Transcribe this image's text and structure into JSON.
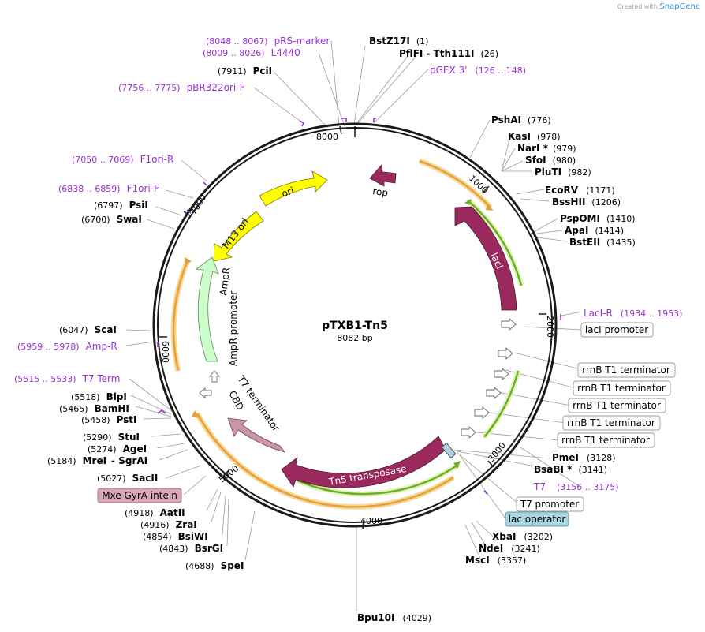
{
  "credit": {
    "prefix": "Created with",
    "brand": "SnapGene"
  },
  "plasmid": {
    "name": "pTXB1-Tn5",
    "length_label": "8082 bp",
    "length": 8082
  },
  "ticks": [
    "1000",
    "2000",
    "3000",
    "4000",
    "5000",
    "6000",
    "7000",
    "8000"
  ],
  "sites": [
    {
      "id": "bstz17i",
      "name": "BstZ17I",
      "pos": "(1)"
    },
    {
      "id": "pflfi",
      "name": "PflFI",
      "pos": ""
    },
    {
      "id": "tth111i",
      "name": "Tth111I",
      "pos": "(26)"
    },
    {
      "id": "pcii",
      "name": "PciI",
      "pos": "(7911)"
    },
    {
      "id": "pshai",
      "name": "PshAI",
      "pos": "(776)"
    },
    {
      "id": "kasi",
      "name": "KasI",
      "pos": "(978)"
    },
    {
      "id": "nari",
      "name": "NarI *",
      "pos": "(979)"
    },
    {
      "id": "sfoi",
      "name": "SfoI",
      "pos": "(980)"
    },
    {
      "id": "pluti",
      "name": "PluTI",
      "pos": "(982)"
    },
    {
      "id": "ecorv",
      "name": "EcoRV",
      "pos": "(1171)"
    },
    {
      "id": "bsshii",
      "name": "BssHII",
      "pos": "(1206)"
    },
    {
      "id": "pspomi",
      "name": "PspOMI",
      "pos": "(1410)"
    },
    {
      "id": "apai",
      "name": "ApaI",
      "pos": "(1414)"
    },
    {
      "id": "bsteii",
      "name": "BstEII",
      "pos": "(1435)"
    },
    {
      "id": "psti-6797",
      "name": "PsiI",
      "pos": "(6797)"
    },
    {
      "id": "swai",
      "name": "SwaI",
      "pos": "(6700)"
    },
    {
      "id": "scai",
      "name": "ScaI",
      "pos": "(6047)"
    },
    {
      "id": "blpi",
      "name": "BlpI",
      "pos": "(5518)"
    },
    {
      "id": "bamhi",
      "name": "BamHI",
      "pos": "(5465)"
    },
    {
      "id": "psti",
      "name": "PstI",
      "pos": "(5458)"
    },
    {
      "id": "stui",
      "name": "StuI",
      "pos": "(5290)"
    },
    {
      "id": "agei",
      "name": "AgeI",
      "pos": "(5274)"
    },
    {
      "id": "srei",
      "name": "MreI",
      "pos": "(5184)"
    },
    {
      "id": "sgrai",
      "name": "SgrAI",
      "pos": ""
    },
    {
      "id": "sacii",
      "name": "SacII",
      "pos": "(5027)"
    },
    {
      "id": "aatii",
      "name": "AatII",
      "pos": "(4918)"
    },
    {
      "id": "zrai",
      "name": "ZraI",
      "pos": "(4916)"
    },
    {
      "id": "bsiwi",
      "name": "BsiWI",
      "pos": "(4854)"
    },
    {
      "id": "bsrgi",
      "name": "BsrGI",
      "pos": "(4843)"
    },
    {
      "id": "spei",
      "name": "SpeI",
      "pos": "(4688)"
    },
    {
      "id": "bpu10i",
      "name": "Bpu10I",
      "pos": "(4029)"
    },
    {
      "id": "msci",
      "name": "MscI",
      "pos": "(3357)"
    },
    {
      "id": "ndei",
      "name": "NdeI",
      "pos": "(3241)"
    },
    {
      "id": "xbai",
      "name": "XbaI",
      "pos": "(3202)"
    },
    {
      "id": "bsabi",
      "name": "BsaBI *",
      "pos": "(3141)"
    },
    {
      "id": "pmei",
      "name": "PmeI",
      "pos": "(3128)"
    }
  ],
  "primers": [
    {
      "id": "prs-marker",
      "name": "pRS-marker",
      "range": "(8048 .. 8067)"
    },
    {
      "id": "l4440",
      "name": "L4440",
      "range": "(8009 .. 8026)"
    },
    {
      "id": "pbr322ori-f",
      "name": "pBR322ori-F",
      "range": "(7756 .. 7775)"
    },
    {
      "id": "pgex3",
      "name": "pGEX 3'",
      "range": "(126 .. 148)"
    },
    {
      "id": "f1ori-r",
      "name": "F1ori-R",
      "range": "(7050 .. 7069)"
    },
    {
      "id": "f1ori-f",
      "name": "F1ori-F",
      "range": "(6838 .. 6859)"
    },
    {
      "id": "laci-r",
      "name": "LacI-R",
      "range": "(1934 .. 1953)"
    },
    {
      "id": "ampr-primer",
      "name": "Amp-R",
      "range": "(5959 .. 5978)"
    },
    {
      "id": "t7term",
      "name": "T7 Term",
      "range": "(5515 .. 5533)"
    },
    {
      "id": "t7",
      "name": "T7",
      "range": "(3156 .. 3175)"
    }
  ],
  "boxed": [
    {
      "id": "laci-promoter",
      "label": "lacI promoter",
      "fill": "#ffffff"
    },
    {
      "id": "rrnb1",
      "label": "rrnB T1 terminator",
      "fill": "#ffffff"
    },
    {
      "id": "rrnb2",
      "label": "rrnB T1 terminator",
      "fill": "#ffffff"
    },
    {
      "id": "rrnb3",
      "label": "rrnB T1 terminator",
      "fill": "#ffffff"
    },
    {
      "id": "rrnb4",
      "label": "rrnB T1 terminator",
      "fill": "#ffffff"
    },
    {
      "id": "rrnb5",
      "label": "rrnB T1 terminator",
      "fill": "#ffffff"
    },
    {
      "id": "t7-promoter",
      "label": "T7 promoter",
      "fill": "#ffffff"
    },
    {
      "id": "lac-operator",
      "label": "lac operator",
      "fill": "#a9d6e0"
    },
    {
      "id": "mxe",
      "label": "Mxe GyrA intein",
      "fill": "#d9a8b8"
    }
  ],
  "features": {
    "rop": "rop",
    "ori": "ori",
    "m13": "M13 ori",
    "laci": "lacI",
    "ampr": "AmpR",
    "ampr_promoter": "AmpR promoter",
    "t7_terminator": "T7 terminator",
    "cbd": "CBD",
    "tn5": "Tn5 transposase"
  },
  "colors": {
    "backbone": "#1a1a1a",
    "primer": "#9b30d9",
    "cds": "#9a2a5e",
    "ori": "#ffff00",
    "ampr": "#ccffcc",
    "cbd": "#c896a8",
    "orange_arc": "#e8a030",
    "green_arc": "#6ab020"
  }
}
